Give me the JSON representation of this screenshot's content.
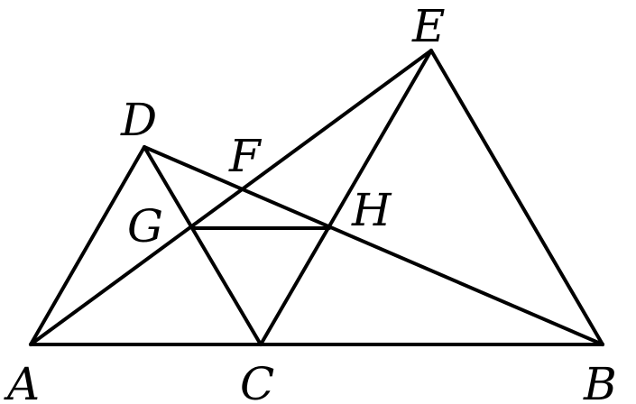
{
  "figure": {
    "points": [
      {
        "id": "A",
        "label": "A"
      },
      {
        "id": "B",
        "label": "B"
      },
      {
        "id": "C",
        "label": "C"
      },
      {
        "id": "D",
        "label": "D"
      },
      {
        "id": "E",
        "label": "E"
      },
      {
        "id": "F",
        "label": "F"
      },
      {
        "id": "G",
        "label": "G"
      },
      {
        "id": "H",
        "label": "H"
      }
    ],
    "segments": [
      [
        "A",
        "B"
      ],
      [
        "A",
        "D"
      ],
      [
        "D",
        "C"
      ],
      [
        "C",
        "E"
      ],
      [
        "E",
        "B"
      ],
      [
        "A",
        "E"
      ],
      [
        "D",
        "B"
      ],
      [
        "G",
        "H"
      ]
    ],
    "line_color": "#000000"
  }
}
